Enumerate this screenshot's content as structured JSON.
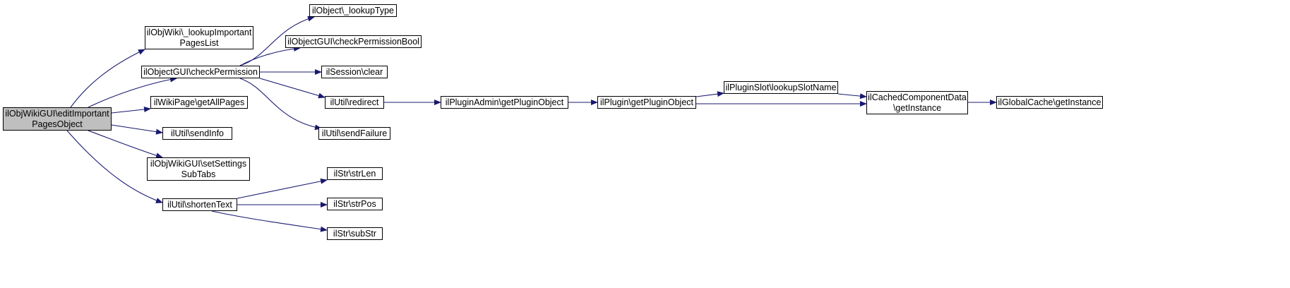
{
  "diagram": {
    "edge_color": "#191970",
    "root_fill": "#bfbfbf",
    "nodes": {
      "root": "ilObjWikiGUI\\editImportant\nPagesObject",
      "lookupImportant": "ilObjWiki\\_lookupImportant\nPagesList",
      "checkPermission": "ilObjectGUI\\checkPermission",
      "getAllPages": "ilWikiPage\\getAllPages",
      "sendInfo": "ilUtil\\sendInfo",
      "setSettingsSubTabs": "ilObjWikiGUI\\setSettings\nSubTabs",
      "shortenText": "ilUtil\\shortenText",
      "lookupType": "ilObject\\_lookupType",
      "checkPermissionBool": "ilObjectGUI\\checkPermissionBool",
      "sessionClear": "ilSession\\clear",
      "redirect": "ilUtil\\redirect",
      "sendFailure": "ilUtil\\sendFailure",
      "strLen": "ilStr\\strLen",
      "strPos": "ilStr\\strPos",
      "subStr": "ilStr\\subStr",
      "adminGetPluginObject": "ilPluginAdmin\\getPluginObject",
      "pluginGetPluginObject": "ilPlugin\\getPluginObject",
      "lookupSlotName": "ilPluginSlot\\lookupSlotName",
      "cachedGetInstance": "ilCachedComponentData\n\\getInstance",
      "globalCacheGetInstance": "ilGlobalCache\\getInstance"
    },
    "edges": [
      [
        "root",
        "lookupImportant"
      ],
      [
        "root",
        "checkPermission"
      ],
      [
        "root",
        "getAllPages"
      ],
      [
        "root",
        "sendInfo"
      ],
      [
        "root",
        "setSettingsSubTabs"
      ],
      [
        "root",
        "shortenText"
      ],
      [
        "checkPermission",
        "lookupType"
      ],
      [
        "checkPermission",
        "checkPermissionBool"
      ],
      [
        "checkPermission",
        "sessionClear"
      ],
      [
        "checkPermission",
        "redirect"
      ],
      [
        "checkPermission",
        "sendFailure"
      ],
      [
        "shortenText",
        "strLen"
      ],
      [
        "shortenText",
        "strPos"
      ],
      [
        "shortenText",
        "subStr"
      ],
      [
        "redirect",
        "adminGetPluginObject"
      ],
      [
        "adminGetPluginObject",
        "pluginGetPluginObject"
      ],
      [
        "pluginGetPluginObject",
        "lookupSlotName"
      ],
      [
        "pluginGetPluginObject",
        "cachedGetInstance"
      ],
      [
        "lookupSlotName",
        "cachedGetInstance"
      ],
      [
        "cachedGetInstance",
        "globalCacheGetInstance"
      ]
    ]
  }
}
